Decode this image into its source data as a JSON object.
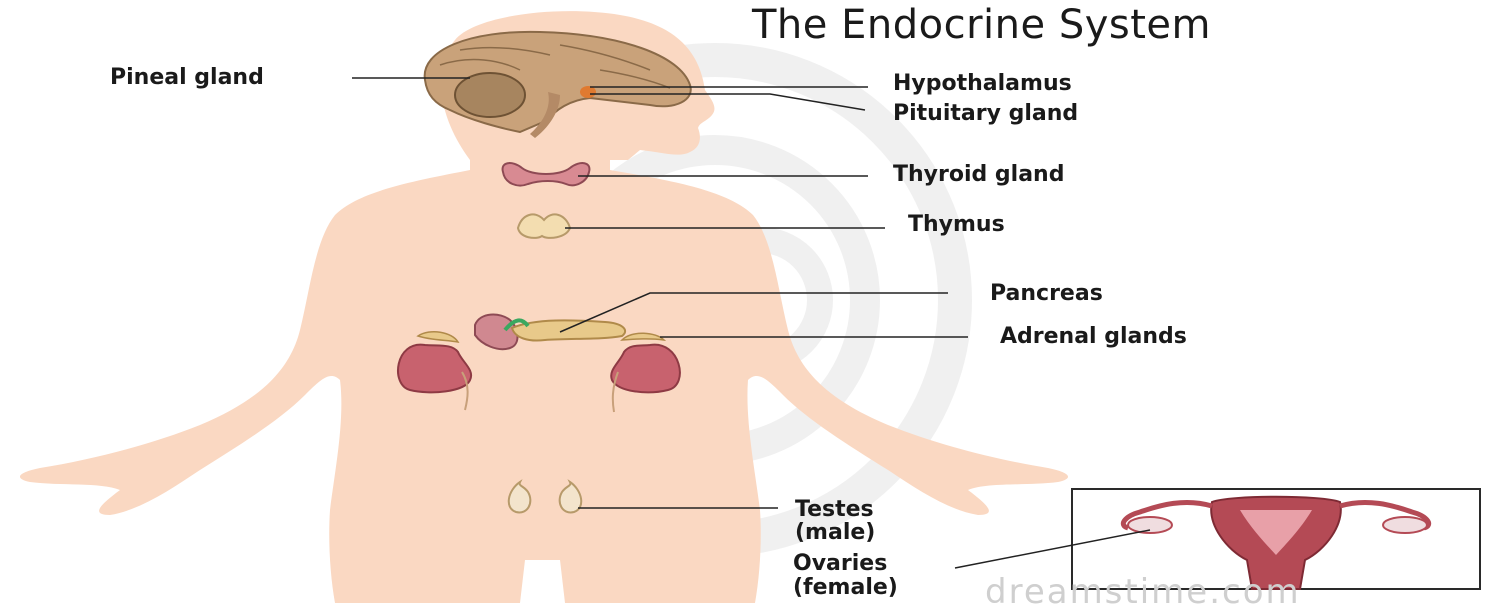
{
  "title": "The Endocrine System",
  "labels": {
    "pineal": "Pineal gland",
    "hypothalamus": "Hypothalamus",
    "pituitary": "Pituitary gland",
    "thyroid": "Thyroid gland",
    "thymus": "Thymus",
    "pancreas": "Pancreas",
    "adrenal": "Adrenal glands",
    "testes_1": "Testes",
    "testes_2": "(male)",
    "ovaries_1": "Ovaries",
    "ovaries_2": "(female)"
  },
  "watermark": "dreamstime.com",
  "colors": {
    "skin": "#fad8c2",
    "brain": "#c9a27a",
    "thyroid": "#d88a92",
    "kidney": "#c8626e",
    "pancreas": "#e8c98a",
    "uterus": "#b44a55",
    "leader_line": "#222222"
  }
}
